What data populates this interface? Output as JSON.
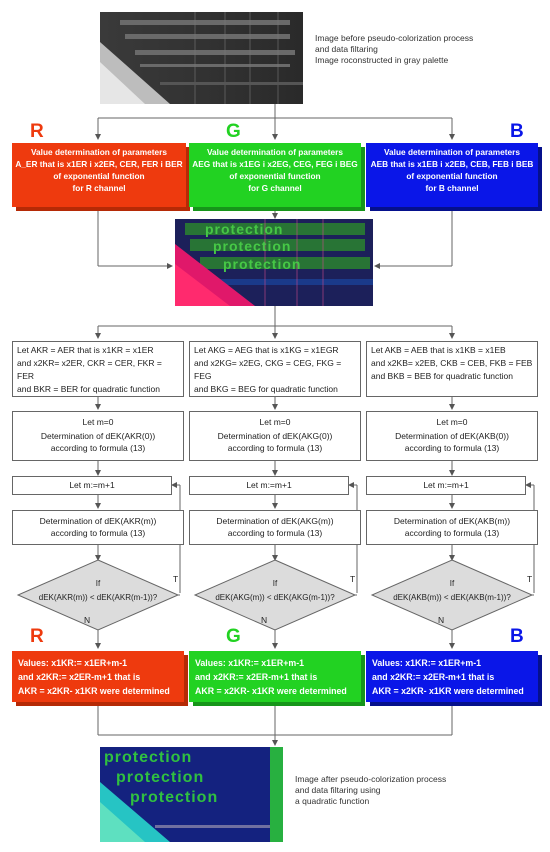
{
  "notes": {
    "top": [
      "Image before pseudo-colorization process",
      "and data filtaring",
      "Image roconstructed in gray palette"
    ],
    "bottom": [
      "Image after pseudo-colorization process",
      "and data filtaring using",
      "a quadratic function"
    ]
  },
  "channels": [
    {
      "letter": "R",
      "color": "#ee3a0e",
      "shade": "#b52a06",
      "fg": "#ee3a0e",
      "param": [
        "Value determination of parameters",
        "A_ER that is x1ER i x2ER, CER, FER i BER",
        "of exponential function",
        "for R channel"
      ],
      "let": [
        "Let AKR = AER that is x1KR = x1ER",
        "and x2KR= x2ER, CKR = CER, FKR = FER",
        "and BKR = BER for quadratic function"
      ],
      "init": [
        "Let m=0",
        "Determination of dEK(AKR(0))",
        "according to formula (13)"
      ],
      "inc": "Let m:=m+1",
      "det": [
        "Determination of dEK(AKR(m))",
        "according to formula (13)"
      ],
      "cond": [
        "If",
        "dEK(AKR(m)) < dEK(AKR(m-1))?"
      ],
      "values": [
        "Values: x1KR:= x1ER+m-1",
        "and x2KR:= x2ER-m+1 that is",
        "AKR = x2KR- x1KR were determined"
      ]
    },
    {
      "letter": "G",
      "color": "#22d222",
      "shade": "#16951a",
      "fg": "#22d222",
      "param": [
        "Value determination of parameters",
        "AEG that is x1EG i x2EG, CEG, FEG i BEG",
        "of exponential function",
        "for G channel"
      ],
      "let": [
        "Let AKG = AEG that is x1KG = x1EGR",
        "and x2KG= x2EG, CKG = CEG, FKG = FEG",
        "and BKG = BEG for quadratic function"
      ],
      "init": [
        "Let m=0",
        "Determination of dEK(AKG(0))",
        "according to formula (13)"
      ],
      "inc": "Let m:=m+1",
      "det": [
        "Determination of dEK(AKG(m))",
        "according to formula (13)"
      ],
      "cond": [
        "If",
        "dEK(AKG(m)) < dEK(AKG(m-1))?"
      ],
      "values": [
        "Values: x1KR:= x1ER+m-1",
        "and x2KR:= x2ER-m+1 that is",
        "AKR = x2KR- x1KR were determined"
      ]
    },
    {
      "letter": "B",
      "color": "#0a16e8",
      "shade": "#05108c",
      "fg": "#0a16e8",
      "param": [
        "Value determination of parameters",
        "AEB that is x1EB i x2EB, CEB, FEB i BEB",
        "of exponential function",
        "for B channel"
      ],
      "let": [
        "Let AKB = AEB that is x1KB = x1EB",
        "and x2KB= x2EB, CKB = CEB, FKB = FEB",
        "and BKB = BEB for quadratic function"
      ],
      "init": [
        "Let m=0",
        "Determination of dEK(AKB(0))",
        "according to formula (13)"
      ],
      "inc": "Let m:=m+1",
      "det": [
        "Determination of dEK(AKB(m))",
        "according to formula (13)"
      ],
      "cond": [
        "If",
        "dEK(AKB(m)) < dEK(AKB(m-1))?"
      ],
      "values": [
        "Values: x1KR:= x1ER+m-1",
        "and x2KR:= x2ER-m+1 that is",
        "AKR = x2KR- x1KR were determined"
      ]
    }
  ],
  "branch": {
    "yes": "T",
    "no": "N"
  },
  "image_words": {
    "mid": [
      "protection",
      "protection",
      "protection"
    ],
    "bottom": [
      "protection",
      "protection",
      "protection"
    ]
  }
}
